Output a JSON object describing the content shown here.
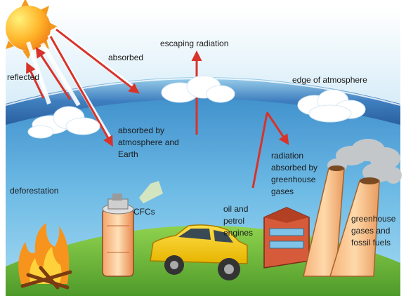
{
  "labels": {
    "absorbed": "absorbed",
    "escaping_radiation": "escaping radiation",
    "reflected": "reflected",
    "edge_of_atmosphere": "edge of atmosphere",
    "absorbed_by_atmosphere": [
      "absorbed by",
      "atmosphere and",
      "Earth"
    ],
    "radiation_absorbed": [
      "radiation",
      "absorbed by",
      "greenhouse",
      "gases"
    ],
    "deforestation": "deforestation",
    "cfcs": "CFCs",
    "oil_petrol": [
      "oil and",
      "petrol",
      "engines"
    ],
    "greenhouse_fossil": [
      "greenhouse",
      "gases and",
      "fossil fuels"
    ]
  },
  "colors": {
    "sky_top": "#ffffff",
    "sky_mid": "#a9d6ee",
    "sky_bottom": "#5fb3e2",
    "atmosphere_band": "#2f6fae",
    "ground": "#7cc142",
    "sun": "#f7b733",
    "arrow_red": "#d8332a"
  },
  "icons": [
    "sun-icon",
    "cloud-icon",
    "fire-icon",
    "spray-can-icon",
    "car-icon",
    "factory-icon",
    "smokestack-icon"
  ]
}
